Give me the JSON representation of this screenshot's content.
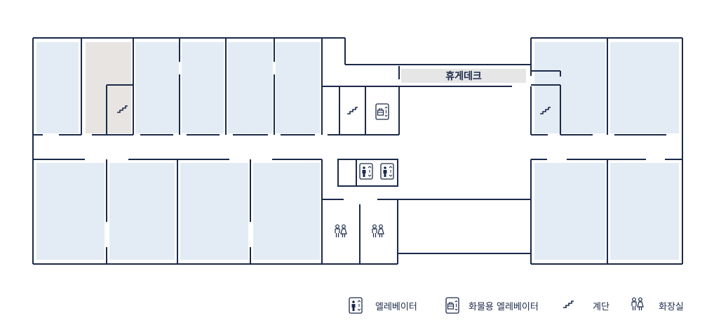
{
  "floor_plan": {
    "rest_deck_label": "휴게데크"
  },
  "legend": {
    "elevator": "엘레베이터",
    "freight_elevator": "화물용 엘레베이터",
    "stairs": "계단",
    "restroom": "화장실"
  }
}
